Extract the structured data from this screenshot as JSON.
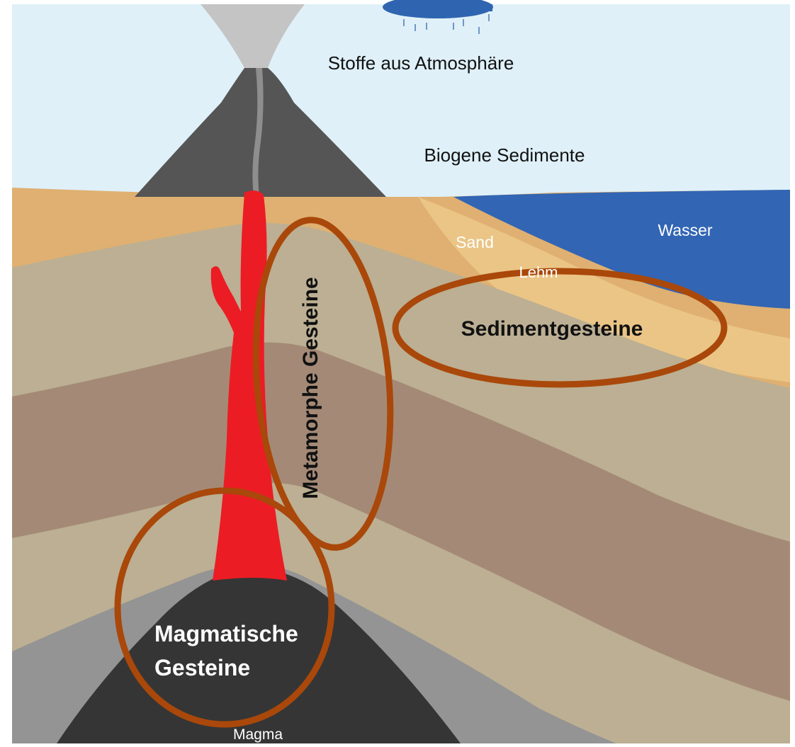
{
  "labels": {
    "atmosphere": "Stoffe aus Atmosphäre",
    "biogenic": "Biogene Sedimente",
    "sand": "Sand",
    "water": "Wasser",
    "clay": "Lehm",
    "sedimentary": "Sedimentgesteine",
    "metamorphic": "Metamorphe Gesteine",
    "igneous_line1": "Magmatische",
    "igneous_line2": "Gesteine",
    "magma": "Magma"
  },
  "colors": {
    "sky": "#dff0f8",
    "sand_surface": "#dfb071",
    "sand_light": "#eac586",
    "water": "#3265b4",
    "layer_tan": "#bcaf93",
    "layer_brown": "#a48a76",
    "layer_grey": "#949494",
    "rock_dark": "#353535",
    "volcano": "#555555",
    "ash": "#c4c4c4",
    "cloud": "#2f64b0",
    "magma_red": "#ec1c24",
    "ellipse": "#a9480a"
  },
  "icons": [
    "volcano-icon",
    "rain-cloud-icon",
    "ash-plume-icon"
  ]
}
